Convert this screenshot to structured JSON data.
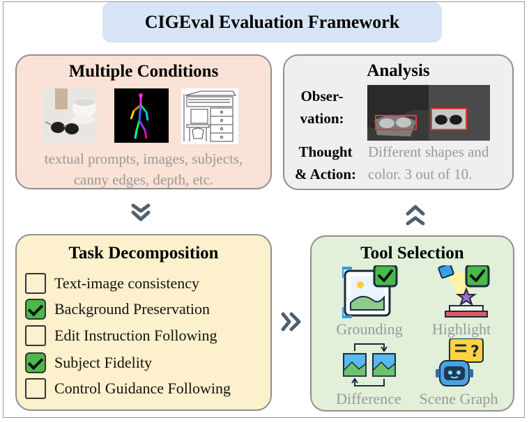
{
  "title": "CIGEval Evaluation Framework",
  "conditions": {
    "title": "Multiple Conditions",
    "text_line1": "textual prompts, images, subjects,",
    "text_line2": "canny edges, depth, etc."
  },
  "analysis": {
    "title": "Analysis",
    "observation_label_1": "Obser-",
    "observation_label_2": "vation:",
    "thought_label_1": "Thought",
    "thought_label_2": "& Action:",
    "thought_text_1": "Different shapes and",
    "thought_text_2": "color. 3 out of 10."
  },
  "task": {
    "title": "Task Decomposition",
    "items": [
      {
        "label": "Text-image consistency",
        "checked": false
      },
      {
        "label": "Background Preservation",
        "checked": true
      },
      {
        "label": "Edit Instruction Following",
        "checked": false
      },
      {
        "label": "Subject Fidelity",
        "checked": true
      },
      {
        "label": "Control Guidance Following",
        "checked": false
      }
    ]
  },
  "tools": {
    "title": "Tool Selection",
    "items": [
      {
        "label": "Grounding",
        "icon": "grounding-icon",
        "selected": true
      },
      {
        "label": "Highlight",
        "icon": "highlight-icon",
        "selected": true
      },
      {
        "label": "Difference",
        "icon": "difference-icon",
        "selected": false
      },
      {
        "label": "Scene Graph",
        "icon": "scene-graph-icon",
        "selected": false
      }
    ]
  },
  "colors": {
    "title_bg": "#d6e4f5",
    "conditions_bg": "#fbe2d6",
    "analysis_bg": "#efefef",
    "task_bg": "#fdf0cc",
    "tool_bg": "#e2efd9",
    "arrow": "#4f6070",
    "check_green": "#49b949",
    "muted_text": "#999999"
  }
}
